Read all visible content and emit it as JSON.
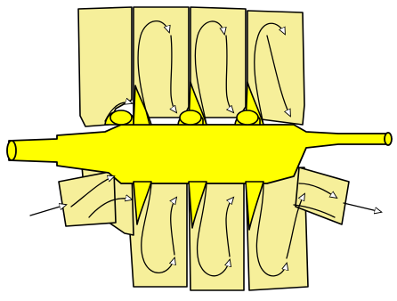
{
  "diagram": {
    "colors": {
      "casing_fill": "#f6ef9a",
      "rotor_fill": "#ffff00",
      "outline": "#000000",
      "background": "#ffffff"
    },
    "parts": [
      "casing",
      "inlet-port",
      "outlet-port",
      "shaft",
      "impeller-stage-1",
      "impeller-stage-2",
      "impeller-stage-3",
      "flow-arrows"
    ]
  }
}
